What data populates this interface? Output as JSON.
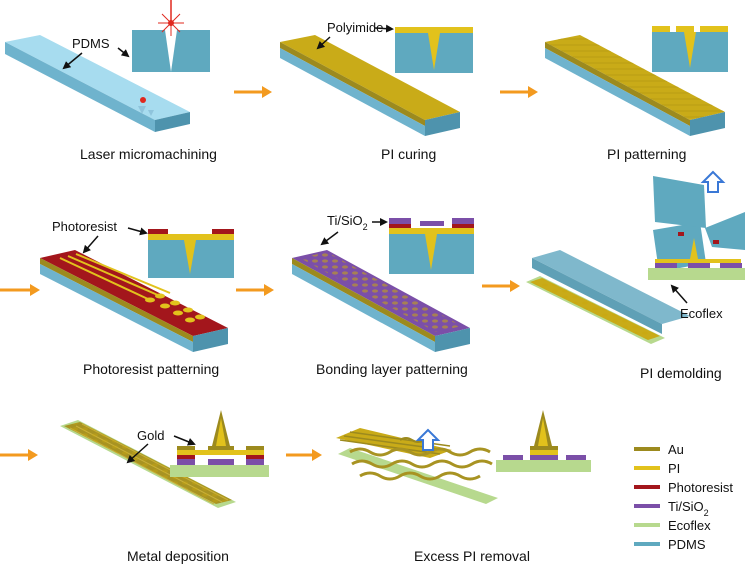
{
  "steps": [
    {
      "caption": "Laser micromachining",
      "callout": "PDMS"
    },
    {
      "caption": "PI curing",
      "callout": "Polyimide"
    },
    {
      "caption": "PI patterning"
    },
    {
      "caption": "Photoresist patterning",
      "callout": "Photoresist"
    },
    {
      "caption": "Bonding layer patterning",
      "callout_main": "Ti/SiO",
      "callout_sub": "2"
    },
    {
      "caption": "PI demolding",
      "callout": "Ecoflex"
    },
    {
      "caption": "Metal deposition",
      "callout": "Gold"
    },
    {
      "caption": "Excess PI removal"
    }
  ],
  "legend": [
    {
      "label": "Au",
      "color": "#9c8a1e"
    },
    {
      "label": "PI",
      "color": "#e2c21c"
    },
    {
      "label": "Photoresist",
      "color": "#a3161c"
    },
    {
      "label": "Ti/SiO",
      "sub": "2",
      "color": "#7b4fa8"
    },
    {
      "label": "Ecoflex",
      "color": "#b7d98e"
    },
    {
      "label": "PDMS",
      "color": "#5fa9bf"
    }
  ],
  "colors": {
    "pdms": "#5fa9bf",
    "pi": "#e2c21c",
    "gold": "#9c8a1e",
    "photoresist": "#a3161c",
    "bonding": "#7b4fa8",
    "ecoflex": "#b7d98e",
    "arrow": "#f39a1f",
    "up_arrow": "#3a78d6",
    "laser": "#e0281e"
  }
}
